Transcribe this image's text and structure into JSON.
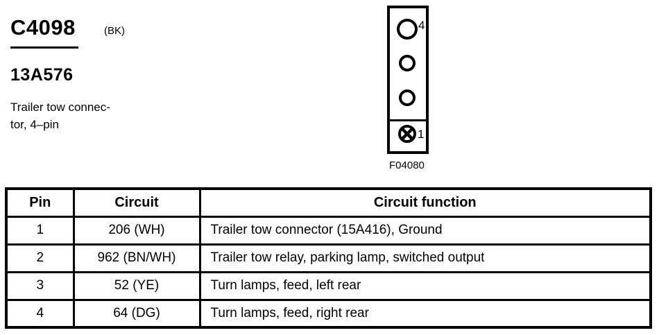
{
  "header": {
    "connector_id": "C4098",
    "connector_color_code": "(BK)",
    "part_number": "13A576",
    "description_line1": "Trailer tow connec-",
    "description_line2": "tor, 4–pin"
  },
  "diagram": {
    "pin_top_label": "4",
    "pin_bottom_label": "1",
    "figure_label": "F04080"
  },
  "table": {
    "headers": [
      "Pin",
      "Circuit",
      "Circuit function"
    ],
    "rows": [
      {
        "pin": "1",
        "circuit": "206 (WH)",
        "function": "Trailer tow connector (15A416), Ground"
      },
      {
        "pin": "2",
        "circuit": "962 (BN/WH)",
        "function": "Trailer tow relay, parking lamp, switched output"
      },
      {
        "pin": "3",
        "circuit": "52 (YE)",
        "function": "Turn lamps, feed, left rear"
      },
      {
        "pin": "4",
        "circuit": "64 (DG)",
        "function": "Turn lamps, feed, right rear"
      }
    ]
  },
  "colors": {
    "ink": "#000000",
    "background": "#ffffff"
  }
}
